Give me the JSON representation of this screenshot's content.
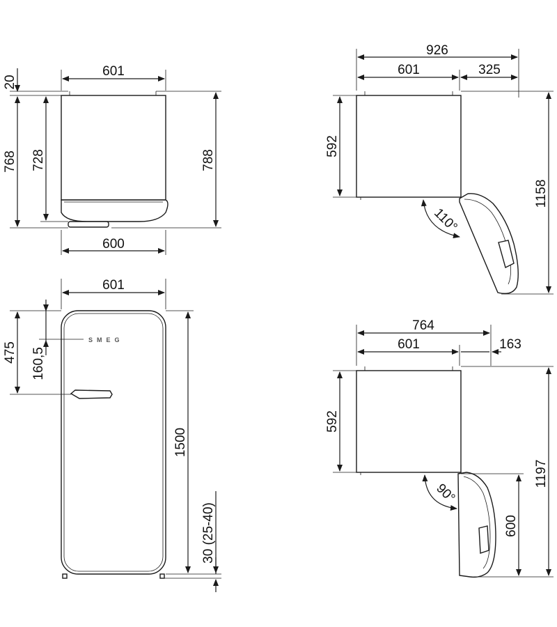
{
  "top_view": {
    "offset_20": "20",
    "depth_768": "768",
    "depth_728": "728",
    "width_601": "601",
    "depth_788": "788",
    "width_600": "600"
  },
  "front_view": {
    "width_601": "601",
    "handle_475": "475",
    "handle_160": "160,5",
    "height_1500": "1500",
    "feet_30": "30 (25-40)",
    "brand_logo": "SMEG"
  },
  "door_open_110": {
    "total_926": "926",
    "body_601": "601",
    "door_325": "325",
    "depth_592": "592",
    "total_1158": "1158",
    "angle": "110°"
  },
  "door_open_90": {
    "total_764": "764",
    "body_601": "601",
    "door_163": "163",
    "depth_592": "592",
    "total_1197": "1197",
    "door_600": "600",
    "angle": "90°"
  }
}
